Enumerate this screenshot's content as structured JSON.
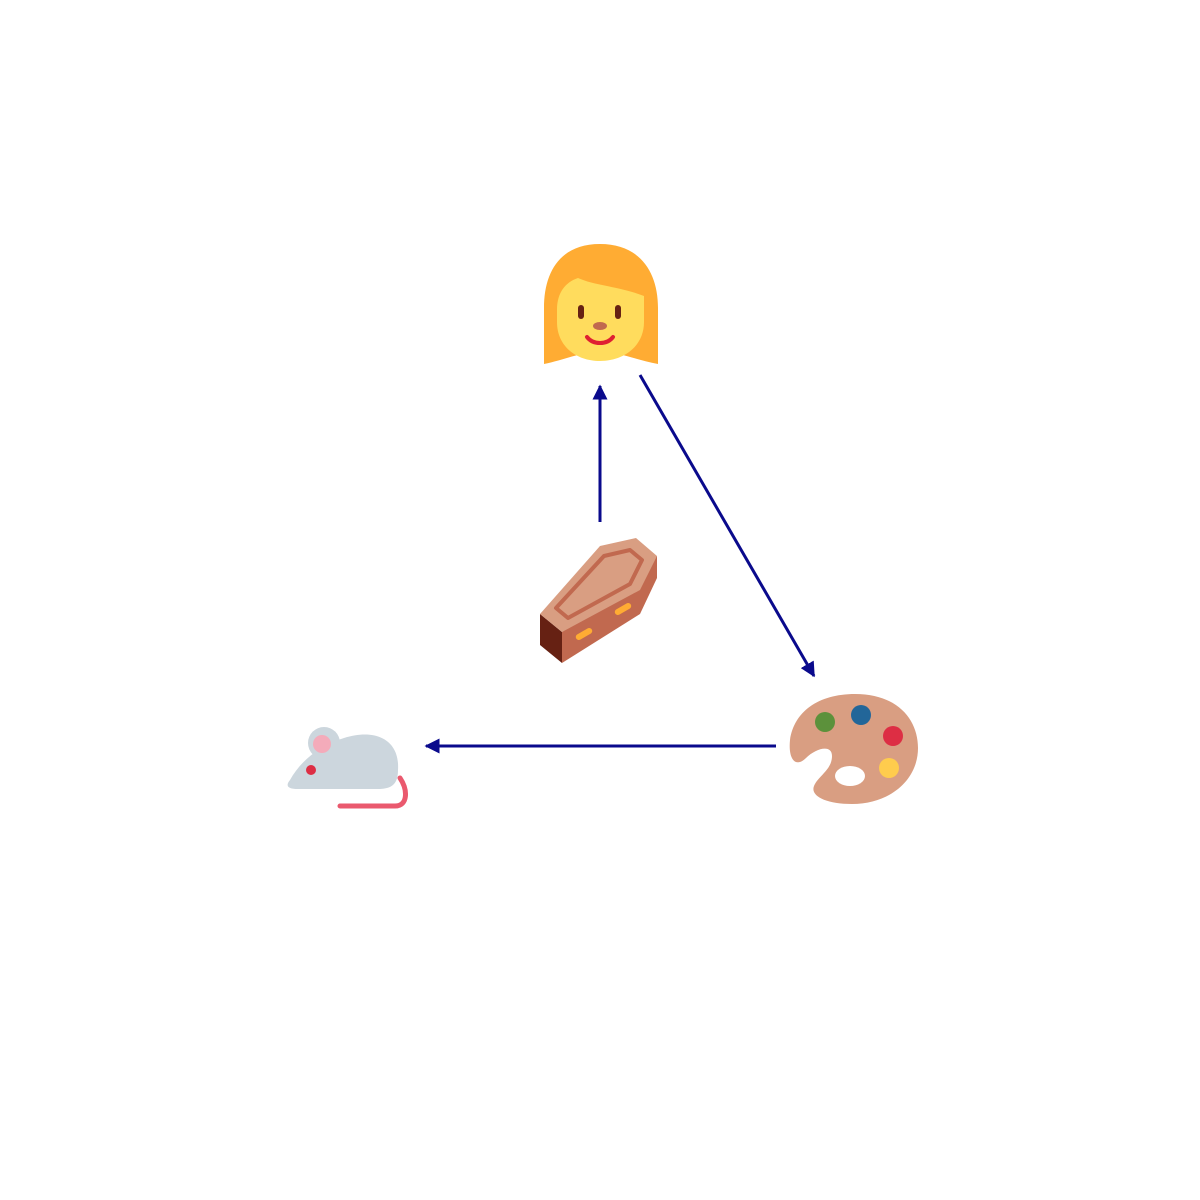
{
  "diagram": {
    "nodes": [
      {
        "id": "woman",
        "icon": "woman-icon"
      },
      {
        "id": "coffin",
        "icon": "coffin-icon"
      },
      {
        "id": "palette",
        "icon": "artist-palette-icon"
      },
      {
        "id": "mouse",
        "icon": "mouse-icon"
      }
    ],
    "edges": [
      {
        "from": "coffin",
        "to": "woman"
      },
      {
        "from": "woman",
        "to": "palette"
      },
      {
        "from": "palette",
        "to": "mouse"
      }
    ],
    "colors": {
      "arrow": "#0a0a8c",
      "hair": "#FFAC33",
      "skin": "#FFDC5D",
      "coffin_light": "#D99E82",
      "coffin_mid": "#C1694F",
      "coffin_dark": "#662113",
      "palette": "#D99E82",
      "mouse_body": "#CCD6DD",
      "mouse_ear": "#F4ABBA",
      "mouse_tail": "#EA596E"
    }
  }
}
